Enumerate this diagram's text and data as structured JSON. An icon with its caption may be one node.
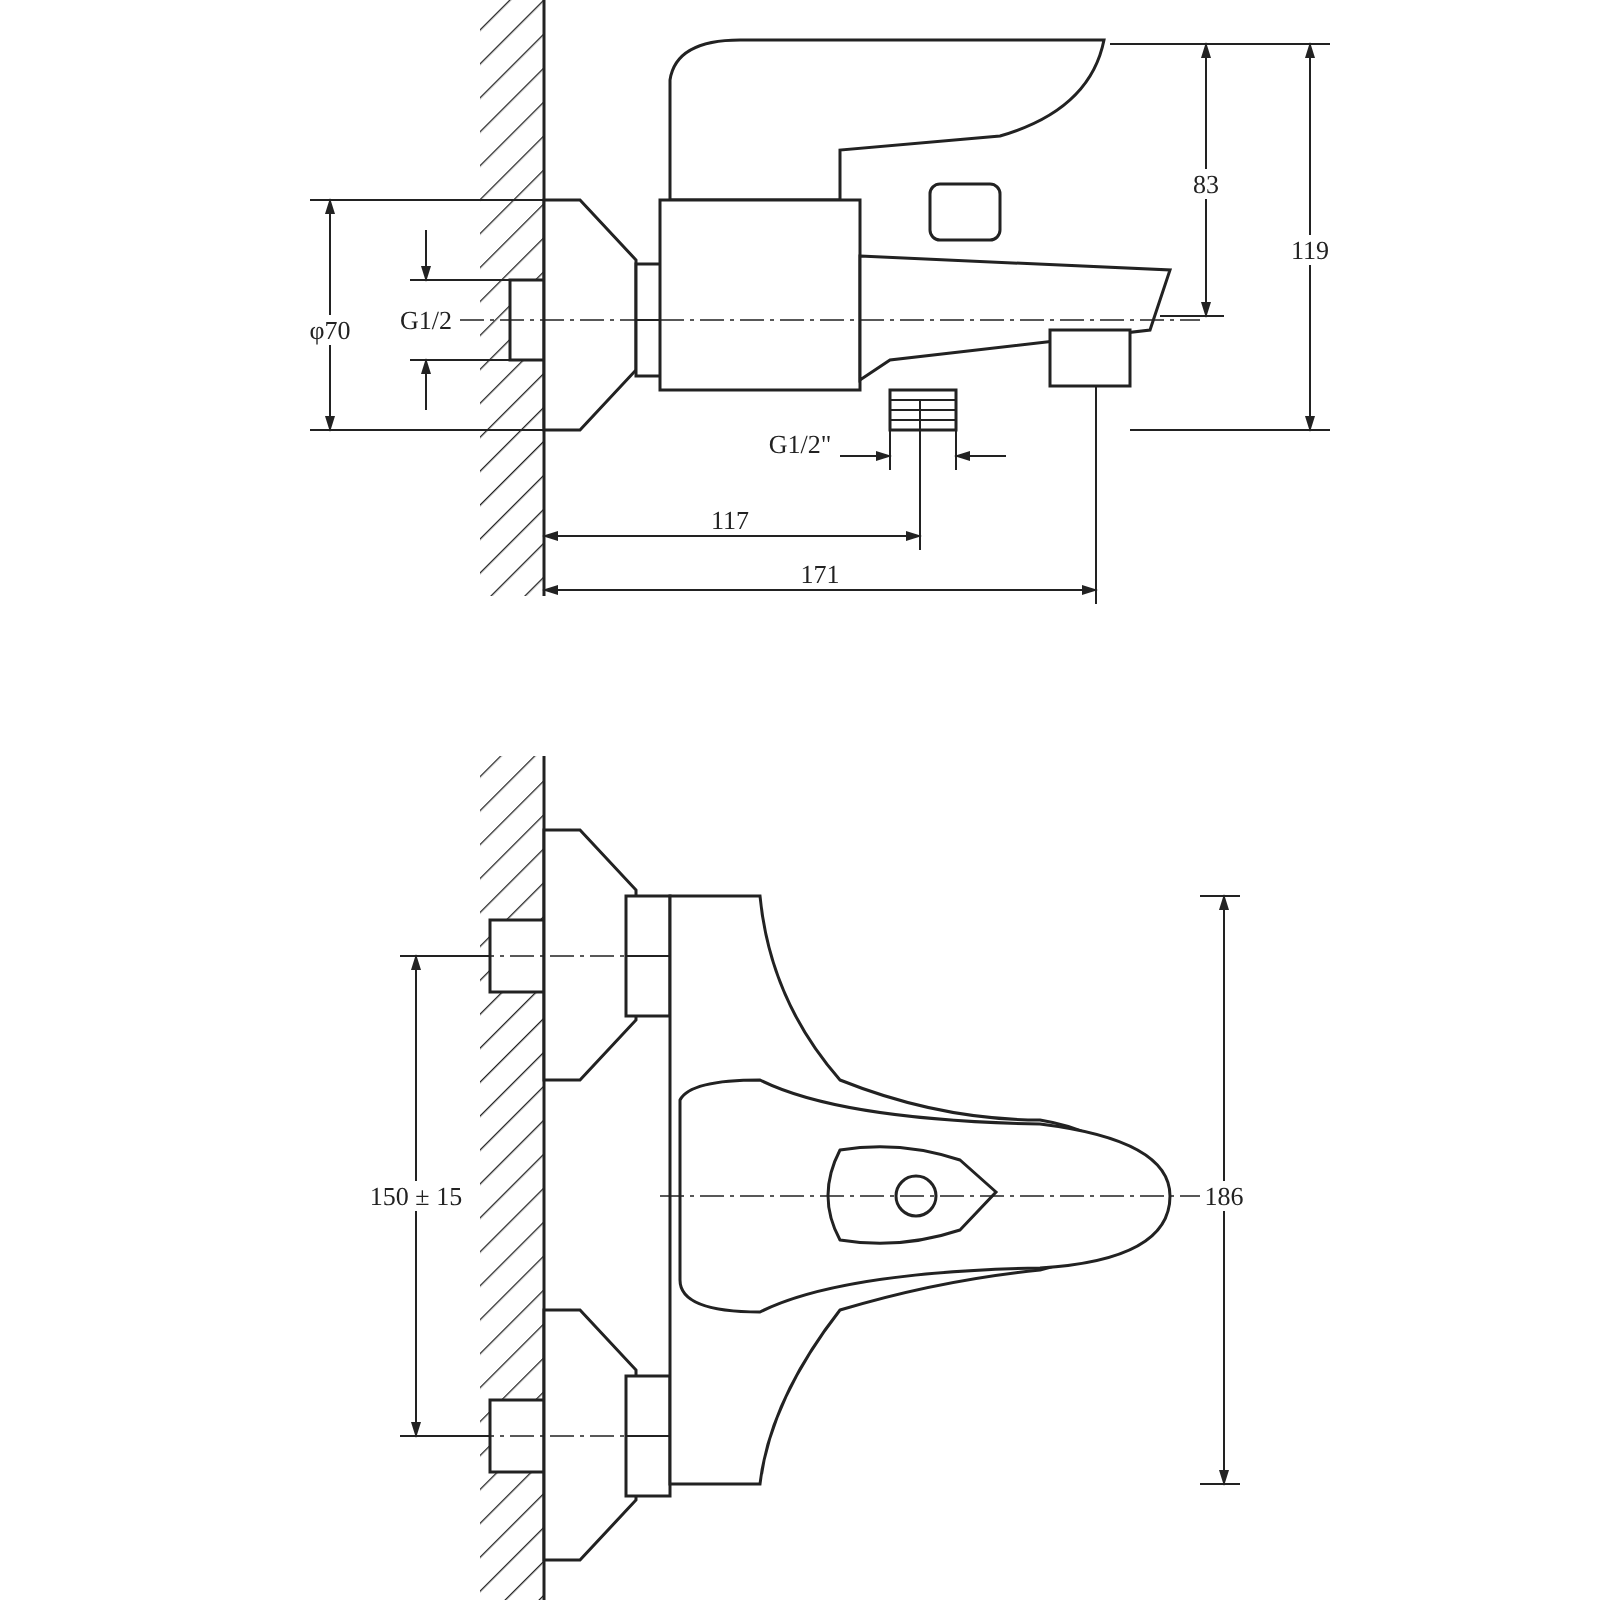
{
  "diagram": {
    "labels": [
      "83",
      "119",
      "φ70",
      "G1/2",
      "G1/2\"",
      "117",
      "171",
      "150 ± 15",
      "186"
    ]
  }
}
